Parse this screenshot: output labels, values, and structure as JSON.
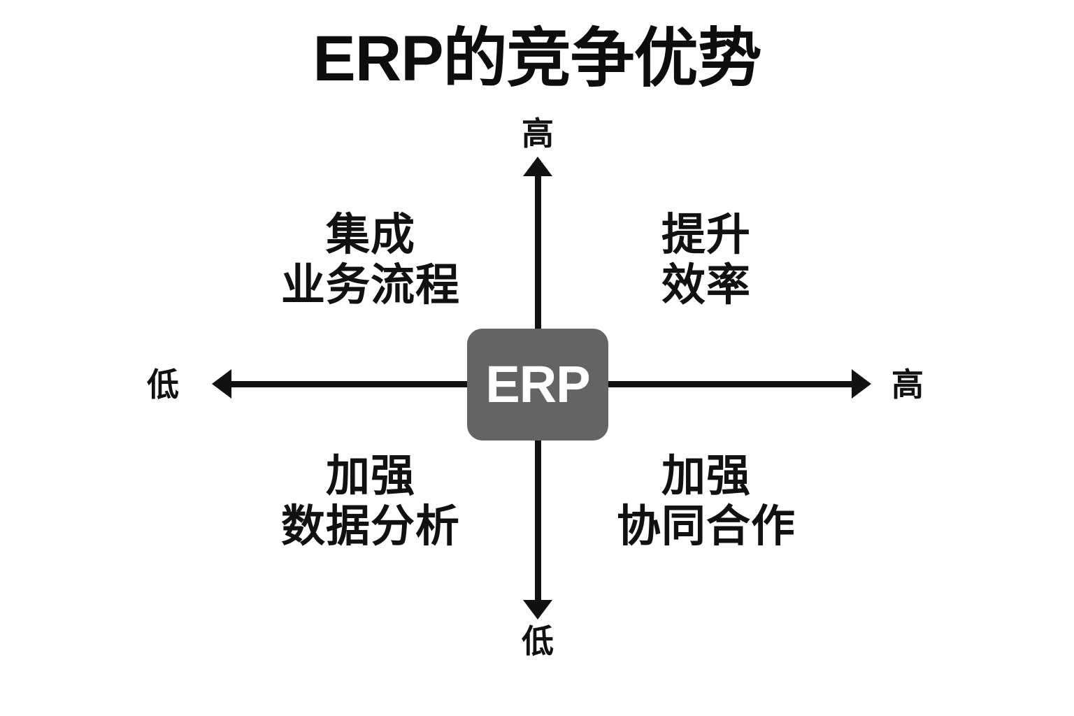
{
  "page": {
    "background_color": "#ffffff",
    "title": "ERP的竞争优势"
  },
  "chart_data": {
    "type": "diagram",
    "subtype": "2x2-quadrant-matrix",
    "title": "ERP的竞争优势",
    "center_node": {
      "label": "ERP",
      "fill_color": "#646464",
      "text_color": "#ffffff"
    },
    "axes": {
      "vertical": {
        "high_label": "高",
        "low_label": "低",
        "arrow_both_ends": true,
        "color": "#111111"
      },
      "horizontal": {
        "low_label": "低",
        "high_label": "高",
        "arrow_both_ends": true,
        "color": "#111111"
      }
    },
    "quadrants": [
      {
        "position": "top-left",
        "line1": "集成",
        "line2": "业务流程"
      },
      {
        "position": "top-right",
        "line1": "提升",
        "line2": "效率"
      },
      {
        "position": "bottom-left",
        "line1": "加强",
        "line2": "数据分析"
      },
      {
        "position": "bottom-right",
        "line1": "加强",
        "line2": "协同合作"
      }
    ]
  },
  "icons": {
    "arrow_up": "arrow-up-icon",
    "arrow_down": "arrow-down-icon",
    "arrow_left": "arrow-left-icon",
    "arrow_right": "arrow-right-icon"
  }
}
